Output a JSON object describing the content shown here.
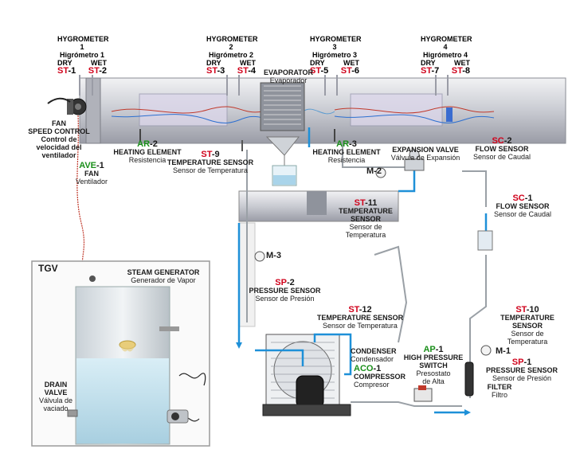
{
  "hygrometers": [
    {
      "title": "HYGROMETER 1",
      "subtitle": "Higrómetro 1",
      "dry": "DRY",
      "wet": "WET",
      "dry_tag": "ST",
      "dry_num": "-1",
      "wet_tag": "ST",
      "wet_num": "-2"
    },
    {
      "title": "HYGROMETER 2",
      "subtitle": "Higrómetro 2",
      "dry": "DRY",
      "wet": "WET",
      "dry_tag": "ST",
      "dry_num": "-3",
      "wet_tag": "ST",
      "wet_num": "-4"
    },
    {
      "title": "HYGROMETER 3",
      "subtitle": "Higrómetro 3",
      "dry": "DRY",
      "wet": "WET",
      "dry_tag": "ST",
      "dry_num": "-5",
      "wet_tag": "ST",
      "wet_num": "-6"
    },
    {
      "title": "HYGROMETER 4",
      "subtitle": "Higrómetro 4",
      "dry": "DRY",
      "wet": "WET",
      "dry_tag": "ST",
      "dry_num": "-7",
      "wet_tag": "ST",
      "wet_num": "-8"
    }
  ],
  "evaporator": {
    "title": "EVAPORATOR",
    "subtitle": "Evaporador"
  },
  "fan_control": {
    "l1": "FAN",
    "l2": "SPEED CONTROL",
    "l3": "Control de",
    "l4": "velocidad del",
    "l5": "ventilador"
  },
  "fan": {
    "tag": "AVE",
    "num": "-1",
    "l1": "FAN",
    "l2": "Ventilador"
  },
  "heating1": {
    "tag": "AR",
    "num": "-2",
    "l1": "HEATING ELEMENT",
    "l2": "Resistencia"
  },
  "heating2": {
    "tag": "AR",
    "num": "-3",
    "l1": "HEATING ELEMENT",
    "l2": "Resistencia"
  },
  "st9": {
    "tag": "ST",
    "num": "-9",
    "l1": "TEMPERATURE SENSOR",
    "l2": "Sensor de Temperatura"
  },
  "expansion": {
    "l1": "EXPANSION VALVE",
    "l2": "Válvula de Expansión"
  },
  "sc2": {
    "tag": "SC",
    "num": "-2",
    "l1": "FLOW SENSOR",
    "l2": "Sensor de Caudal"
  },
  "sc1": {
    "tag": "SC",
    "num": "-1",
    "l1": "FLOW SENSOR",
    "l2": "Sensor de Caudal"
  },
  "m2": {
    "tag": "M-2"
  },
  "m3": {
    "tag": "M-3"
  },
  "m1": {
    "tag": "M-1"
  },
  "st11": {
    "tag": "ST",
    "num": "-11",
    "l1": "TEMPERATURE",
    "l2": "SENSOR",
    "l3": "Sensor de",
    "l4": "Temperatura"
  },
  "sp2": {
    "tag": "SP",
    "num": "-2",
    "l1": "PRESSURE SENSOR",
    "l2": "Sensor de Presión"
  },
  "st12": {
    "tag": "ST",
    "num": "-12",
    "l1": "TEMPERATURE SENSOR",
    "l2": "Sensor de Temperatura"
  },
  "tgv": {
    "title": "TGV",
    "l1": "STEAM GENERATOR",
    "l2": "Generador de Vapor"
  },
  "drain": {
    "l1": "DRAIN",
    "l2": "VALVE",
    "l3": "Válvula de",
    "l4": "vaciado"
  },
  "condenser": {
    "l1": "CONDENSER",
    "l2": "Condensador"
  },
  "compressor": {
    "tag": "ACO",
    "num": "-1",
    "l1": "COMPRESSOR",
    "l2": "Compresor"
  },
  "ap1": {
    "tag": "AP",
    "num": "-1",
    "l1": "HIGH PRESSURE",
    "l2": "SWITCH",
    "l3": "Presostato",
    "l4": "de Alta"
  },
  "st10": {
    "tag": "ST",
    "num": "-10",
    "l1": "TEMPERATURE",
    "l2": "SENSOR",
    "l3": "Sensor de",
    "l4": "Temperatura"
  },
  "sp1": {
    "tag": "SP",
    "num": "-1",
    "l1": "PRESSURE SENSOR",
    "l2": "Sensor de Presión"
  },
  "filter": {
    "l1": "FILTER",
    "l2": "Filtro"
  },
  "colors": {
    "tag_red": "#d0021b",
    "tag_green": "#1a8f1a",
    "pipe_blue": "#1e90d8",
    "wire_red": "#c0392b"
  }
}
